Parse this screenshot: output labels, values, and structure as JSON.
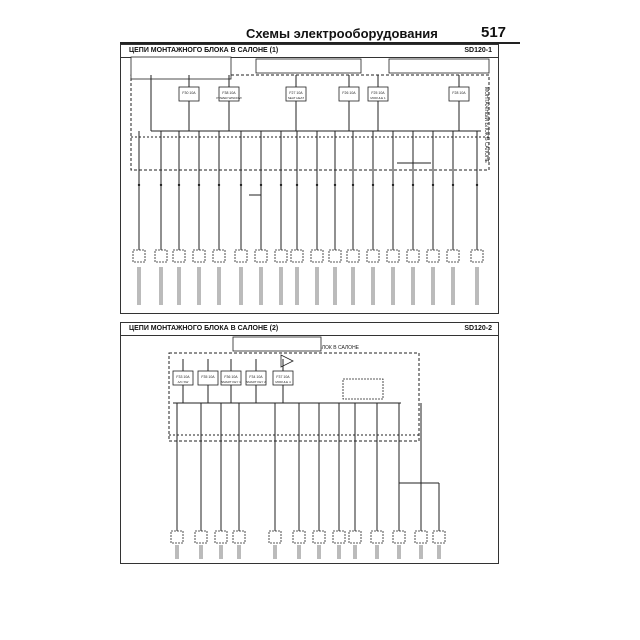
{
  "header": {
    "title": "Схемы электрооборудования",
    "page_number": "517"
  },
  "diagram1": {
    "title": "ЦЕПИ МОНТАЖНОГО БЛОКА В САЛОНЕ (1)",
    "code": "SD120-1",
    "box_side_label": "МОНТАЖНЫЙ БЛОК В САЛОНЕ",
    "fuse_ids": [
      "F30 10A",
      "F38 10A",
      "F27 10A",
      "F26 10A",
      "F25 10A",
      "F28 10A"
    ],
    "fuse_names": [
      "",
      "POWER WINDOW",
      "SEAT HEAT",
      "",
      "MODULE 1",
      ""
    ]
  },
  "diagram2": {
    "title": "ЦЕПИ МОНТАЖНОГО БЛОКА В САЛОНЕ (2)",
    "code": "SD120-2",
    "box_side_label": "МОНТАЖНЫЙ БЛОК В САЛОНЕ",
    "fuse_ids": [
      "F33 10A",
      "F35 10A",
      "F36 10A",
      "F34 10A",
      "F37 10A"
    ],
    "fuse_names": [
      "A/C SW",
      "",
      "SMART KEY 1",
      "SMART KEY 2",
      "MODULE 4"
    ]
  }
}
